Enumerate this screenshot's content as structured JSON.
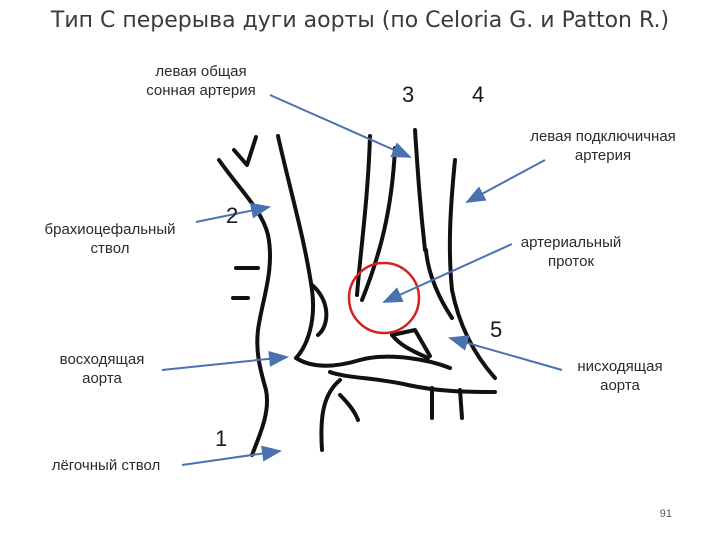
{
  "title": "Тип С перерыва дуги аорты (по Celoria G. и Patton R.)",
  "labels": {
    "left_common_carotid": [
      "левая общая",
      "сонная артерия"
    ],
    "left_subclavian": [
      "левая подключичная",
      "артерия"
    ],
    "brachiocephalic": [
      "брахиоцефальный",
      "ствол"
    ],
    "ductus": [
      "артериальный",
      "проток"
    ],
    "ascending_aorta": [
      "восходящая",
      "аорта"
    ],
    "descending_aorta": [
      "нисходящая",
      "аорта"
    ],
    "pulmonary_trunk": [
      "лёгочный ствол"
    ]
  },
  "numbers": {
    "n1": "1",
    "n2": "2",
    "n3": "3",
    "n4": "4",
    "n5": "5"
  },
  "page_number": "91",
  "colors": {
    "arrow": "#4a72b0",
    "highlight_circle": "#d42020",
    "vessel_outline": "#111111"
  }
}
